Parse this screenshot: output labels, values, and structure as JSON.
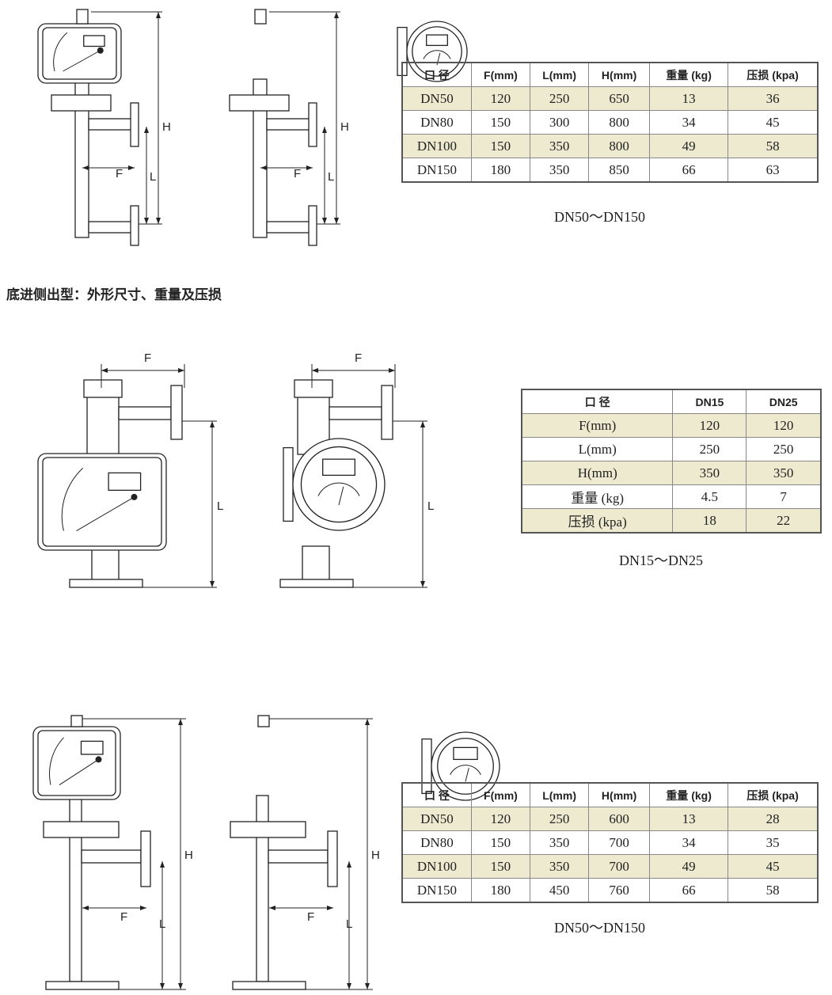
{
  "section1": {
    "drawing_labels": {
      "H": "H",
      "L": "L",
      "F": "F"
    },
    "table": {
      "headers": [
        "口  径",
        "F(mm)",
        "L(mm)",
        "H(mm)",
        "重量 (kg)",
        "压损 (kpa)"
      ],
      "rows": [
        [
          "DN50",
          "120",
          "250",
          "650",
          "13",
          "36"
        ],
        [
          "DN80",
          "150",
          "300",
          "800",
          "34",
          "45"
        ],
        [
          "DN100",
          "150",
          "350",
          "800",
          "49",
          "58"
        ],
        [
          "DN150",
          "180",
          "350",
          "850",
          "66",
          "63"
        ]
      ]
    },
    "caption": "DN50～DN150"
  },
  "section2": {
    "heading": "底进侧出型：外形尺寸、重量及压损",
    "drawing_labels": {
      "L": "L",
      "F": "F"
    },
    "table": {
      "headers": [
        "口  径",
        "DN15",
        "DN25"
      ],
      "rows": [
        [
          "F(mm)",
          "120",
          "120"
        ],
        [
          "L(mm)",
          "250",
          "250"
        ],
        [
          "H(mm)",
          "350",
          "350"
        ],
        [
          "重量 (kg)",
          "4.5",
          "7"
        ],
        [
          "压损 (kpa)",
          "18",
          "22"
        ]
      ]
    },
    "caption": "DN15～DN25"
  },
  "section3": {
    "drawing_labels": {
      "H": "H",
      "L": "L",
      "F": "F"
    },
    "table": {
      "headers": [
        "口  径",
        "F(mm)",
        "L(mm)",
        "H(mm)",
        "重量 (kg)",
        "压损 (kpa)"
      ],
      "rows": [
        [
          "DN50",
          "120",
          "250",
          "600",
          "13",
          "28"
        ],
        [
          "DN80",
          "150",
          "350",
          "700",
          "34",
          "35"
        ],
        [
          "DN100",
          "150",
          "350",
          "700",
          "49",
          "45"
        ],
        [
          "DN150",
          "180",
          "450",
          "760",
          "66",
          "58"
        ]
      ]
    },
    "caption": "DN50～DN150"
  },
  "colors": {
    "row_highlight": "#eeead0",
    "line": "#222222"
  }
}
